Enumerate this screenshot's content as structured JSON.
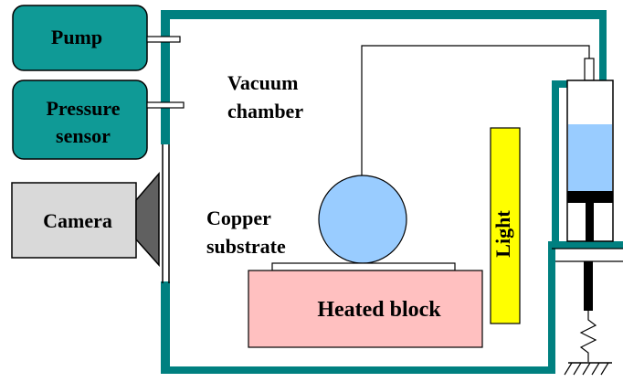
{
  "labels": {
    "pump": "Pump",
    "pressure_line1": "Pressure",
    "pressure_line2": "sensor",
    "camera": "Camera",
    "vacuum_line1": "Vacuum",
    "vacuum_line2": "chamber",
    "copper_line1": "Copper",
    "copper_line2": "substrate",
    "heated_block": "Heated block",
    "light": "Light"
  },
  "colors": {
    "chamber_wall": "#008080",
    "device_box": "#0f9a96",
    "camera_body": "#d9d9d9",
    "camera_lens": "#606060",
    "heated_block": "#ffc0c0",
    "droplet": "#99ccff",
    "syringe_liquid": "#99ccff",
    "light": "#ffff00"
  }
}
